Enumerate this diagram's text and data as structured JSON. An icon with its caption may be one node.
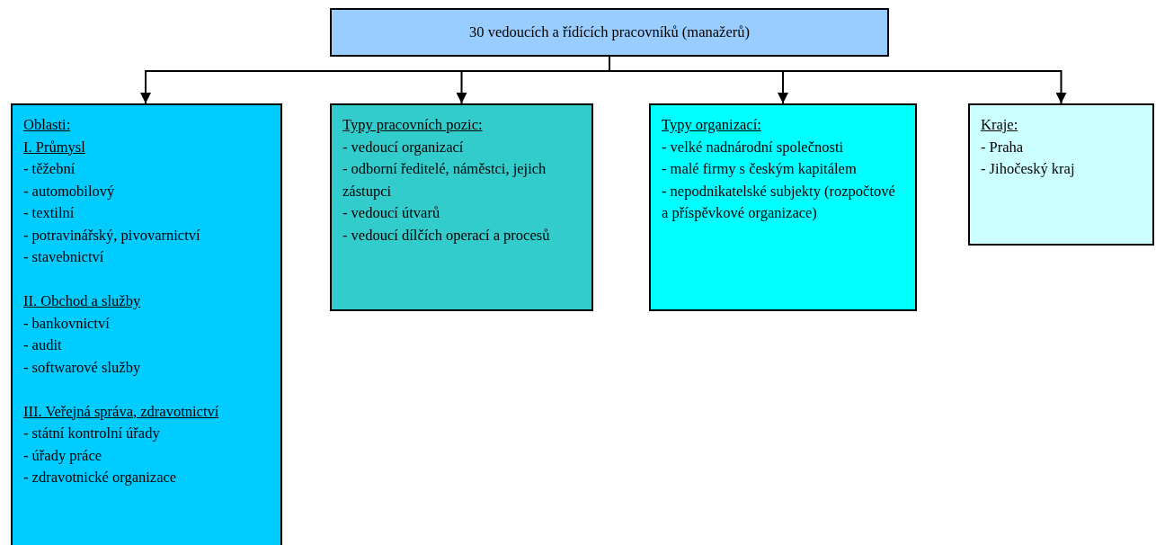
{
  "diagram": {
    "nodes": [
      {
        "text": [
          "30 vedoucích a řídících pracovníků (manažerů)"
        ]
      },
      {
        "text": [
          "Oblasti:",
          "I. Průmysl",
          "- těžební",
          "- automobilový",
          "- textilní",
          "- potravinářský, pivovarnictví",
          "- stavebnictví",
          "II. Obchod a služby",
          "- bankovnictví",
          "- audit",
          "- softwarové služby",
          "III. Veřejná správa, zdravotnictví",
          "- státní kontrolní úřady",
          "- úřady práce",
          "- zdravotnické organizace"
        ]
      },
      {
        "text": [
          "Typy pracovních pozic:",
          "- vedoucí organizací",
          "- odborní ředitelé, náměstci, jejich zástupci",
          "- vedoucí útvarů",
          "- vedoucí dílčích operací a procesů"
        ]
      },
      {
        "text": [
          "Typy organizací:",
          "- velké nadnárodní společnosti",
          "- malé firmy s českým kapitálem",
          "- nepodnikatelské subjekty (rozpočtové a příspěvkové organizace)"
        ]
      },
      {
        "text": [
          "Kraje:",
          "- Praha",
          "- Jihočeský kraj"
        ]
      }
    ],
    "edges": [
      {
        "from": 0,
        "to": 1,
        "arrow": "to"
      },
      {
        "from": 0,
        "to": 2,
        "arrow": "to"
      },
      {
        "from": 0,
        "to": 3,
        "arrow": "to"
      },
      {
        "from": 0,
        "to": 4,
        "arrow": "to"
      }
    ]
  }
}
